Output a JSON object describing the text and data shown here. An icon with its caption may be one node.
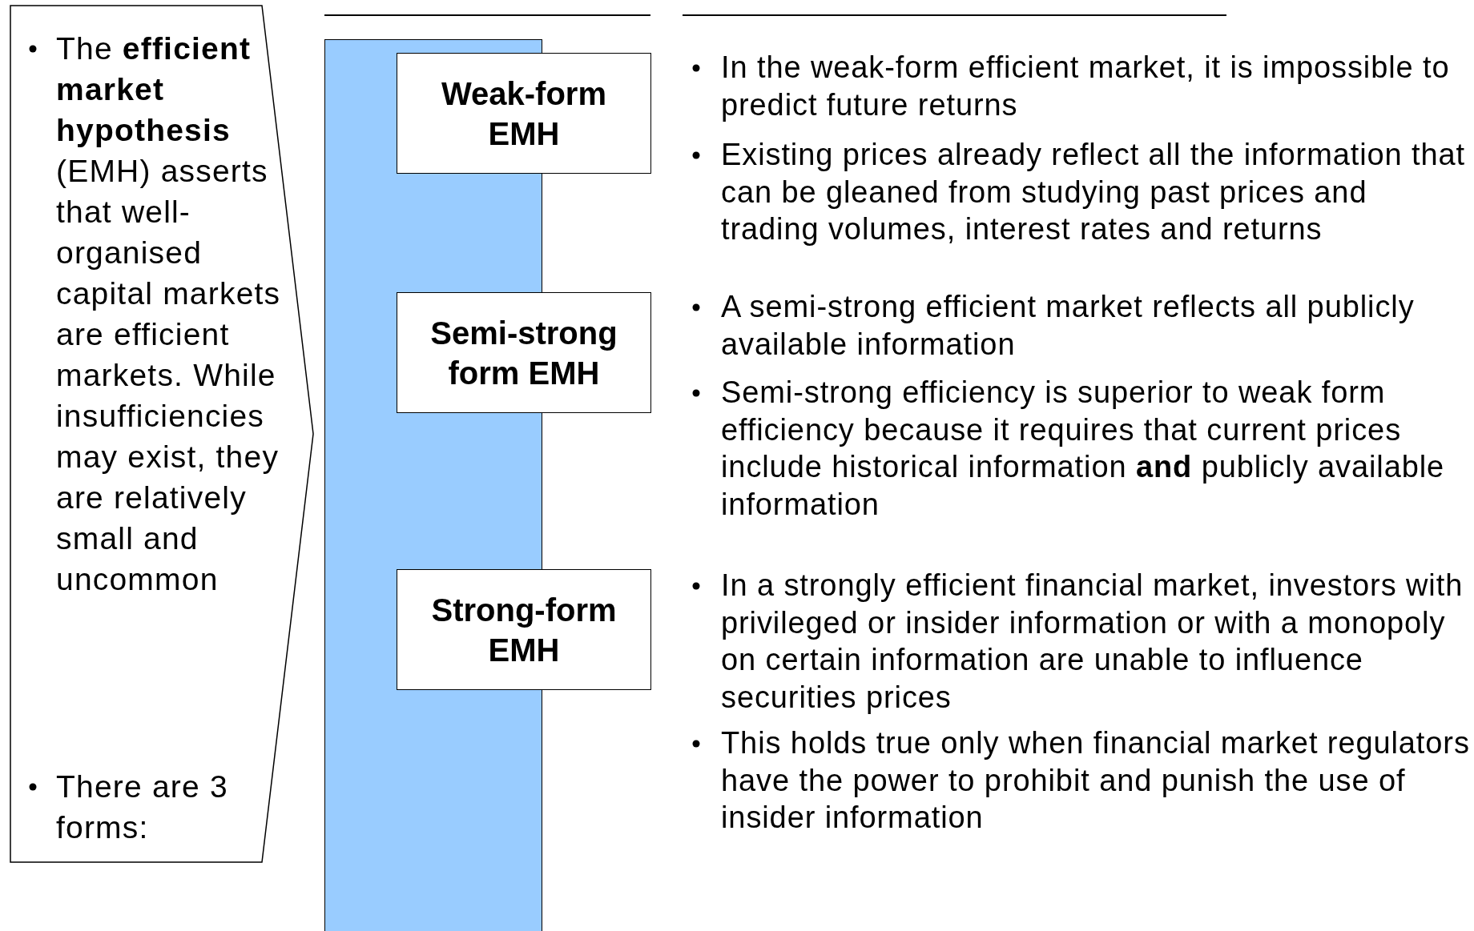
{
  "diagram": {
    "nodes": [
      {
        "text": [
          "The **efficient market hypothesis** (EMH) asserts that well-organised capital markets are efficient markets. While insufficiencies may exist, they are relatively small and uncommon",
          "There are 3 forms:"
        ]
      },
      {
        "text": [],
        "shape": "bar"
      },
      {
        "text": [
          "Weak-form EMH"
        ],
        "beside": [
          "In the weak-form efficient market, it is impossible to predict future returns",
          "Existing prices already reflect all the information that can be gleaned from studying past prices and trading volumes, interest rates and returns"
        ]
      },
      {
        "text": [
          "Semi-strong form EMH"
        ],
        "beside": [
          "A semi-strong efficient market reflects all publicly available information",
          "Semi-strong efficiency is superior to weak form efficiency because it requires that current prices include historical information **and** publicly available information"
        ]
      },
      {
        "text": [
          "Strong-form EMH"
        ],
        "beside": [
          "In a strongly efficient financial market, investors with privileged or insider information or with a monopoly on certain information are unable to influence securities prices",
          "This holds true only when financial market regulators have the power to prohibit and punish the use of insider information"
        ]
      }
    ],
    "edges": []
  }
}
